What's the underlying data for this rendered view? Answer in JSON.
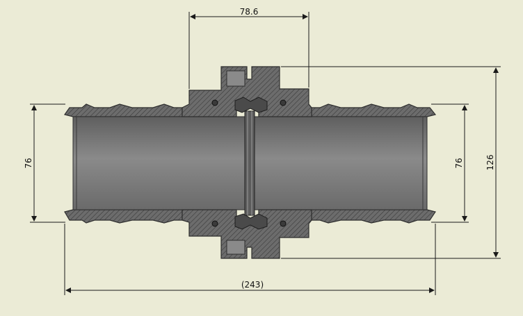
{
  "drawing": {
    "dimensions": {
      "nut_width": "78.6",
      "overall_length": "(243)",
      "left_bore": "76",
      "right_bore": "76",
      "outer_height": "126"
    },
    "colors": {
      "background": "#ebebd6",
      "body": "#747474",
      "section_hatch": "#5a5a5a",
      "line": "#1a1a1a"
    }
  }
}
